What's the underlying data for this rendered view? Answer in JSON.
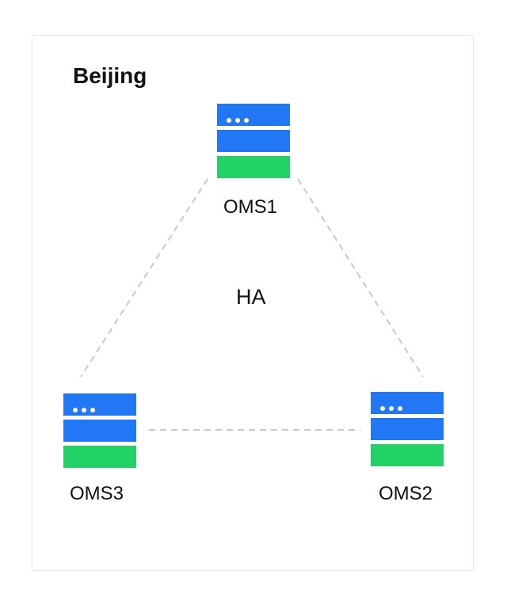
{
  "region": {
    "title": "Beijing"
  },
  "cluster": {
    "label": "HA"
  },
  "colors": {
    "server_blue": "#2277f5",
    "server_green": "#22d265",
    "link": "#c8c8c8"
  },
  "nodes": [
    {
      "id": "oms1",
      "label": "OMS1",
      "icon": "server-icon"
    },
    {
      "id": "oms2",
      "label": "OMS2",
      "icon": "server-icon"
    },
    {
      "id": "oms3",
      "label": "OMS3",
      "icon": "server-icon"
    }
  ],
  "links": [
    {
      "from": "oms1",
      "to": "oms3",
      "style": "dashed"
    },
    {
      "from": "oms1",
      "to": "oms2",
      "style": "dashed"
    },
    {
      "from": "oms3",
      "to": "oms2",
      "style": "dashed"
    }
  ]
}
